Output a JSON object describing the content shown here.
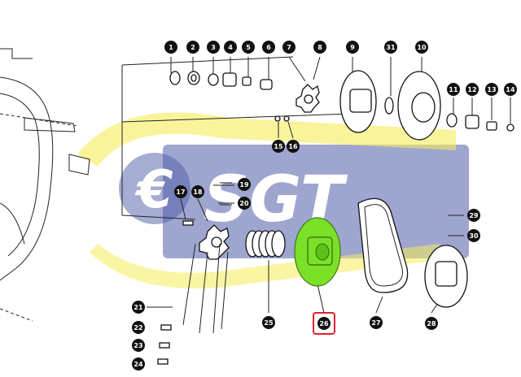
{
  "diagram": {
    "type": "exploded-parts-diagram",
    "highlighted_part": "26",
    "highlight_color": "#7be028",
    "callout_color": "#e0202a",
    "label_fill": "#111111",
    "watermark": {
      "text": "SGT",
      "euro_symbol": "€",
      "yellow": "#f4ea3c",
      "blue": "#2f3f9a"
    },
    "labels": [
      {
        "id": "1",
        "text": "1",
        "highlight": false
      },
      {
        "id": "2",
        "text": "2",
        "highlight": false
      },
      {
        "id": "3",
        "text": "3",
        "highlight": false
      },
      {
        "id": "4",
        "text": "4",
        "highlight": false
      },
      {
        "id": "5",
        "text": "5",
        "highlight": false
      },
      {
        "id": "6",
        "text": "6",
        "highlight": false
      },
      {
        "id": "7",
        "text": "7",
        "highlight": false
      },
      {
        "id": "8",
        "text": "8",
        "highlight": false
      },
      {
        "id": "9",
        "text": "9",
        "highlight": false
      },
      {
        "id": "31",
        "text": "31",
        "highlight": false
      },
      {
        "id": "10",
        "text": "10",
        "highlight": false
      },
      {
        "id": "11",
        "text": "11",
        "highlight": false
      },
      {
        "id": "12",
        "text": "12",
        "highlight": false
      },
      {
        "id": "13",
        "text": "13",
        "highlight": false
      },
      {
        "id": "14",
        "text": "14",
        "highlight": false
      },
      {
        "id": "15",
        "text": "15",
        "highlight": false
      },
      {
        "id": "16",
        "text": "16",
        "highlight": false
      },
      {
        "id": "19",
        "text": "19",
        "highlight": false
      },
      {
        "id": "20",
        "text": "20",
        "highlight": false
      },
      {
        "id": "17",
        "text": "17",
        "highlight": false
      },
      {
        "id": "18",
        "text": "18",
        "highlight": false
      },
      {
        "id": "29",
        "text": "29",
        "highlight": false
      },
      {
        "id": "30",
        "text": "30",
        "highlight": false
      },
      {
        "id": "21",
        "text": "21",
        "highlight": false
      },
      {
        "id": "22",
        "text": "22",
        "highlight": false
      },
      {
        "id": "23",
        "text": "23",
        "highlight": false
      },
      {
        "id": "24",
        "text": "24",
        "highlight": false
      },
      {
        "id": "25",
        "text": "25",
        "highlight": false
      },
      {
        "id": "26",
        "text": "26",
        "highlight": true
      },
      {
        "id": "27",
        "text": "27",
        "highlight": false
      },
      {
        "id": "28",
        "text": "28",
        "highlight": false
      }
    ]
  }
}
